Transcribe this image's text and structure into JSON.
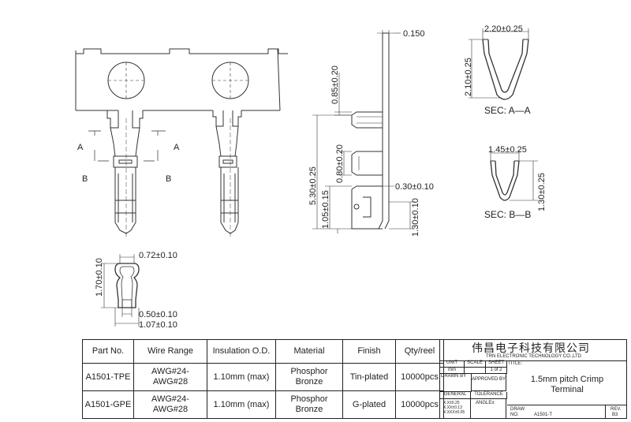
{
  "dimensions": {
    "thickness": "0.150",
    "sec_a_width": "2.20±0.25",
    "sec_a_height": "2.10±0.25",
    "sec_a_label": "SEC: A—A",
    "sec_b_width": "1.45±0.25",
    "sec_b_height": "1.30±0.25",
    "sec_b_label": "SEC: B—B",
    "side_085": "0.85±0.20",
    "side_530": "5.30±0.25",
    "side_080": "0.80±0.20",
    "side_105": "1.05±0.15",
    "side_030": "0.30±0.10",
    "side_130": "1.30±0.10",
    "end_072": "0.72±0.10",
    "end_170": "1.70±0.10",
    "end_050": "0.50±0.10",
    "end_107": "1.07±0.10"
  },
  "section_markers": {
    "a_left": "A",
    "a_right": "A",
    "b_left": "B",
    "b_right": "B"
  },
  "table": {
    "headers": [
      "Part No.",
      "Wire Range",
      "Insulation O.D.",
      "Material",
      "Finish",
      "Qty/reel"
    ],
    "rows": [
      {
        "part_no": "A1501-TPE",
        "wire_range": "AWG#24-AWG#28",
        "insulation": "1.10mm (max)",
        "material": "Phosphor Bronze",
        "finish": "Tin-plated",
        "qty": "10000pcs"
      },
      {
        "part_no": "A1501-GPE",
        "wire_range": "AWG#24-AWG#28",
        "insulation": "1.10mm (max)",
        "material": "Phosphor Bronze",
        "finish": "G-plated",
        "qty": "10000pcs"
      }
    ]
  },
  "title_block": {
    "company_cn": "伟昌电子科技有限公司",
    "company_en": "TRN ELECTRONIC TECHNOLOGY CO.,LTD",
    "unit_label": "UNIT",
    "unit_value": "mm",
    "scale_label": "SCALE",
    "sheet_label": "SHEET",
    "sheet_value": "1 of 2",
    "title_label": "TITLE:",
    "drawn_by": "DRAWN BY",
    "approved_by": "APPROVED BY",
    "general": "GENERAL",
    "tolerance": "TOLERANCE",
    "tol_1": "X.X±0.25",
    "tol_2": "X.XX±0.13",
    "tol_3": "X.XXX±0.05",
    "angle": "ANGLE±",
    "title_line1": "1.5mm pitch Crimp",
    "title_line2": "Terminal",
    "draw_no_label": "DRAW NO.",
    "draw_no": "A1501-T",
    "rev_label": "REV.",
    "rev_value": "B3"
  }
}
